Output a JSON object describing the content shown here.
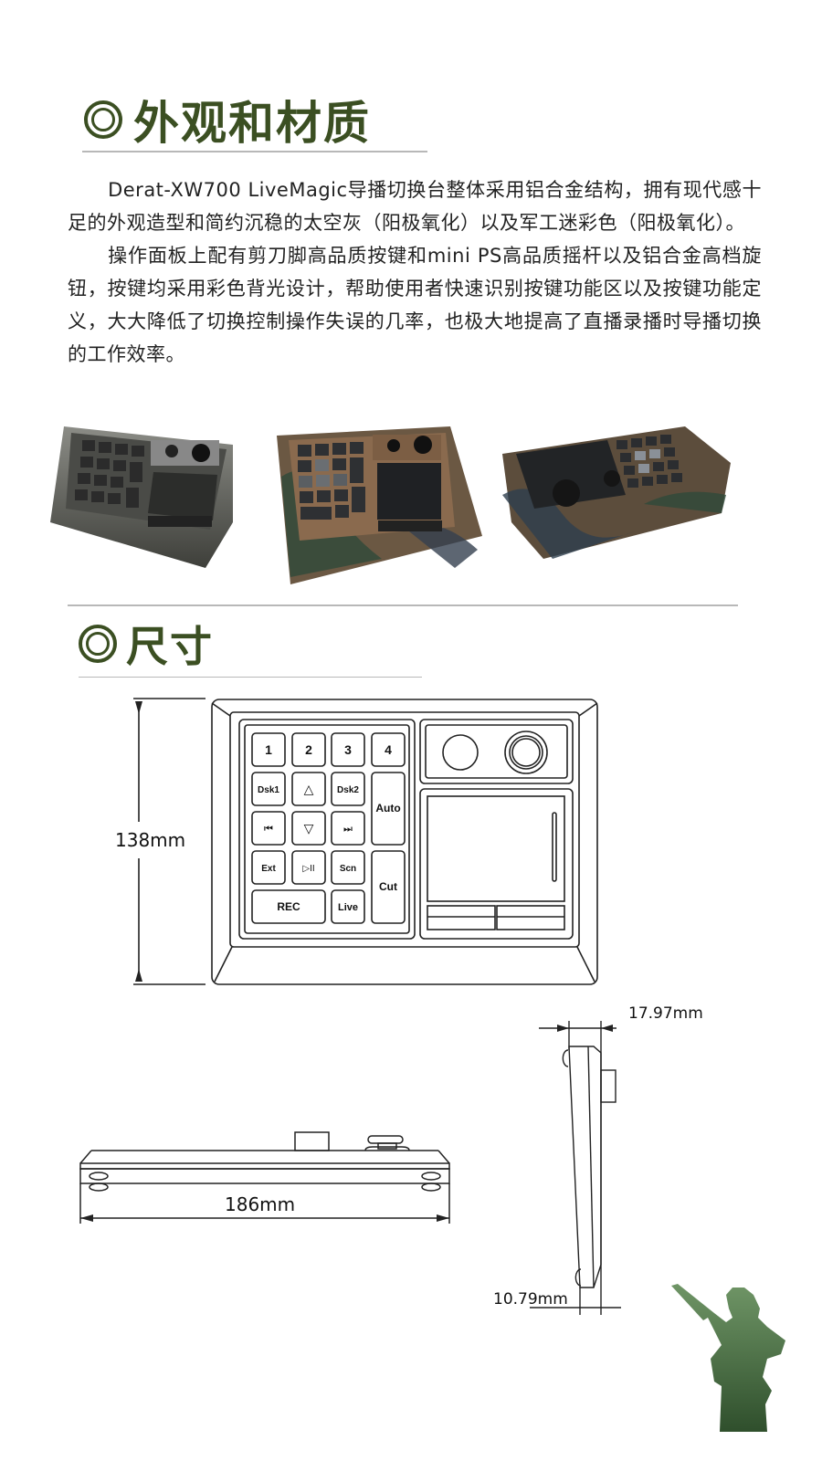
{
  "section1": {
    "icon": "double-circle-icon",
    "title": "外观和材质",
    "paragraphs": [
      "Derat-XW700  LiveMagic导播切换台整体采用铝合金结构，拥有现代感十足的外观造型和简约沉稳的太空灰（阳极氧化）以及军工迷彩色（阳极氧化）。",
      "操作面板上配有剪刀脚高品质按键和mini   PS高品质摇杆以及铝合金高档旋钮，按键均采用彩色背光设计，帮助使用者快速识别按键功能区以及按键功能定义，大大降低了切换控制操作失误的几率，也极大地提高了直播录播时导播切换的工作效率。"
    ],
    "photos": [
      {
        "label": "space-gray-variant",
        "color": "#5a5b56"
      },
      {
        "label": "camo-variant-front",
        "color": "#6b5843"
      },
      {
        "label": "camo-variant-angled",
        "color": "#5c4d3c"
      }
    ]
  },
  "section2": {
    "icon": "double-circle-icon",
    "title": "尺寸",
    "top_view": {
      "height_label": "138mm",
      "keys": [
        {
          "label": "1"
        },
        {
          "label": "2"
        },
        {
          "label": "3"
        },
        {
          "label": "4"
        },
        {
          "label": "Dsk1"
        },
        {
          "label": "△"
        },
        {
          "label": "Dsk2"
        },
        {
          "label": "Auto"
        },
        {
          "label": "⏮"
        },
        {
          "label": "▽"
        },
        {
          "label": "⏭"
        },
        {
          "label": "Ext"
        },
        {
          "label": "▷II"
        },
        {
          "label": "Scn"
        },
        {
          "label": "Cut"
        },
        {
          "label": "REC"
        },
        {
          "label": "Live"
        }
      ]
    },
    "front_view": {
      "width_label": "186mm"
    },
    "side_view": {
      "top_depth_label": "17.97mm",
      "bottom_depth_label": "10.79mm"
    }
  },
  "colors": {
    "accent": "#3b4f22",
    "rule": "#b8b8b8",
    "soldier": "#4f7a4a"
  }
}
